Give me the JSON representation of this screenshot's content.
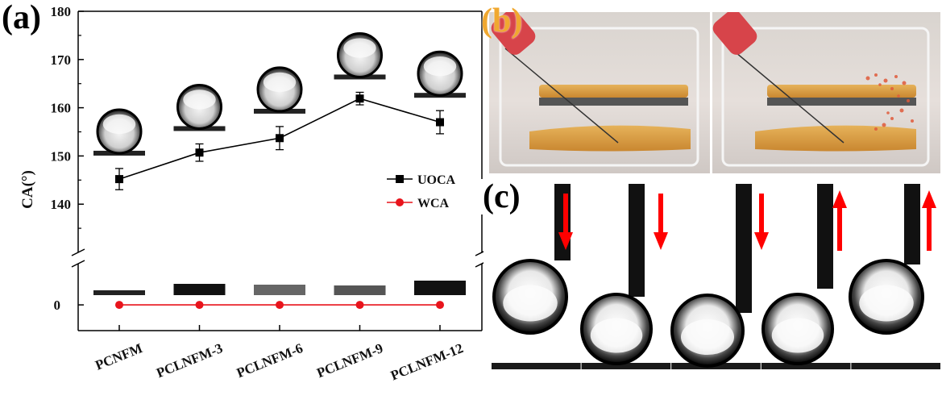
{
  "panel_labels": {
    "a": "(a)",
    "b": "(b)",
    "c": "(c)"
  },
  "chart_data": {
    "type": "line",
    "ylabel": "CA(°)",
    "categories": [
      "PCNFM",
      "PCLNFM-3",
      "PCLNFM-6",
      "PCLNFM-9",
      "PCLNFM-12"
    ],
    "y_upper_range": [
      130,
      180
    ],
    "y_upper_ticks": [
      140,
      150,
      160,
      170,
      180
    ],
    "y_lower_range": [
      -5,
      8
    ],
    "y_lower_ticks": [
      0
    ],
    "axis_break": true,
    "legend_placement": "right-middle",
    "series": [
      {
        "name": "UOCA",
        "color": "#000000",
        "marker": "square",
        "values": [
          145.2,
          150.7,
          153.7,
          161.9,
          157.0
        ],
        "errors": [
          2.2,
          1.8,
          2.4,
          1.3,
          2.4
        ]
      },
      {
        "name": "WCA",
        "color": "#e8141c",
        "marker": "circle",
        "values": [
          0,
          0,
          0,
          0,
          0
        ]
      }
    ]
  },
  "colors": {
    "uoca": "#000000",
    "wca": "#e8141c",
    "arrow": "#ff0000",
    "panel_b_label": "#f0a830"
  },
  "panel_c_arrows": [
    "down",
    "down",
    "down",
    "up",
    "up"
  ]
}
